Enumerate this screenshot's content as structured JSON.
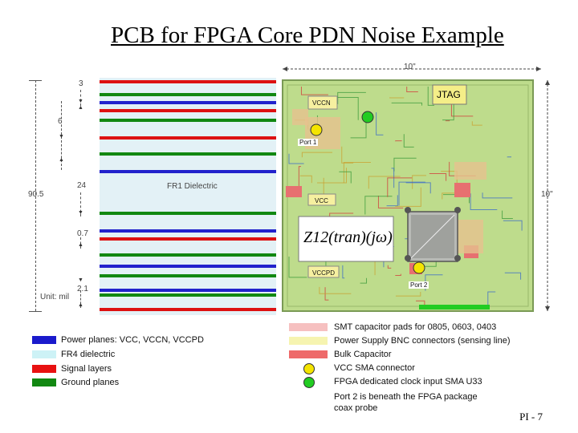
{
  "title": "PCB for FPGA Core PDN Noise Example",
  "stackup": {
    "label_3": "3",
    "label_6": "6",
    "label_24": "24",
    "label_90_5": "90.5",
    "label_0_7": "0.7",
    "label_2_1": "2.1",
    "unit": "Unit: mil",
    "dielectric": "FR1 Dielectric",
    "colors": {
      "power": "#2222cc",
      "signal": "#dd1111",
      "ground": "#118811",
      "dielectric": "#e3f1f6"
    }
  },
  "pcb": {
    "width_label": "10\"",
    "height_label": "10\"",
    "jtag": "JTAG",
    "vccn": "VCCN",
    "vcc": "VCC",
    "vccpd": "VCCPD",
    "port1": "Port 1",
    "port2": "Port 2",
    "formula": "Z12(tran)(jω)"
  },
  "legend_left": [
    {
      "color": "#1a1acc",
      "text": "Power planes: VCC, VCCN, VCCPD"
    },
    {
      "color": "#cdf2f6",
      "text": "FR4 dielectric"
    },
    {
      "color": "#e81111",
      "text": "Signal layers"
    },
    {
      "color": "#128812",
      "text": "Ground planes"
    }
  ],
  "legend_right": [
    {
      "kind": "swatch",
      "color": "#f6c0c0",
      "text": "SMT capacitor pads for 0805, 0603, 0403"
    },
    {
      "kind": "swatch",
      "color": "#f6f4b0",
      "text": "Power Supply BNC connectors (sensing line)"
    },
    {
      "kind": "swatch",
      "color": "#ee6a6a",
      "text": "Bulk Capacitor"
    },
    {
      "kind": "dot",
      "color": "#f4e400",
      "text": "VCC SMA connector"
    },
    {
      "kind": "dot",
      "color": "#22cc22",
      "text": "FPGA dedicated clock input SMA U33"
    },
    {
      "kind": "none",
      "text": "Port 2 is  beneath the FPGA package"
    },
    {
      "kind": "none",
      "text": "coax probe"
    }
  ],
  "page_number": "PI - 7"
}
